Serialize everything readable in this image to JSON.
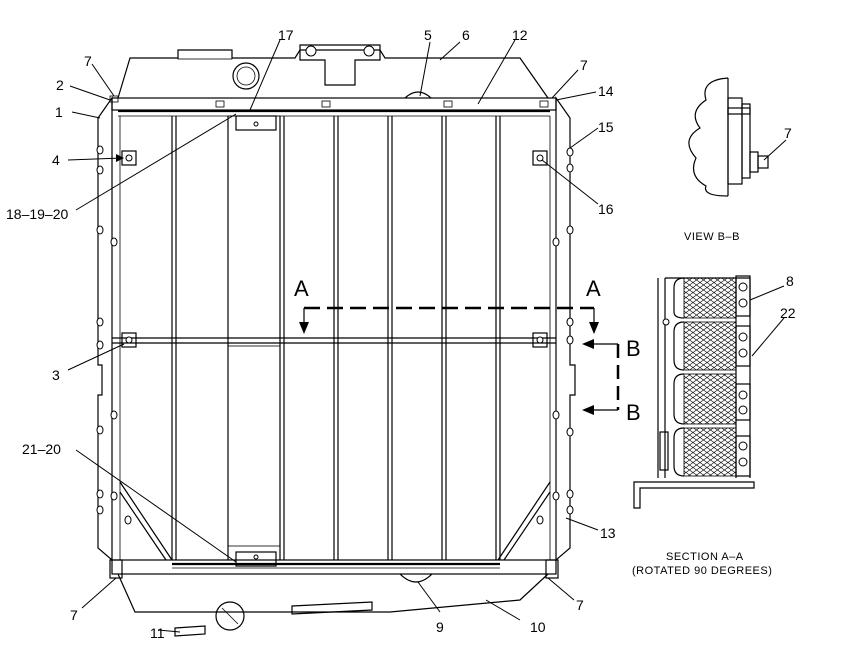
{
  "callouts": {
    "c1": "1",
    "c2": "2",
    "c3": "3",
    "c4": "4",
    "c5": "5",
    "c6": "6",
    "c7a": "7",
    "c7b": "7",
    "c7c": "7",
    "c7d": "7",
    "c7e": "7",
    "c8": "8",
    "c9": "9",
    "c10": "10",
    "c11": "11",
    "c12": "12",
    "c13": "13",
    "c14": "14",
    "c15": "15",
    "c16": "16",
    "c17": "17",
    "c18": "18–19–20",
    "c21": "21–20",
    "c22": "22"
  },
  "section_markers": {
    "a_left": "A",
    "a_right": "A",
    "b_top": "B",
    "b_bottom": "B"
  },
  "captions": {
    "view_bb": "VIEW B–B",
    "section_aa_line1": "SECTION A–A",
    "section_aa_line2": "(ROTATED 90 DEGREES)"
  }
}
